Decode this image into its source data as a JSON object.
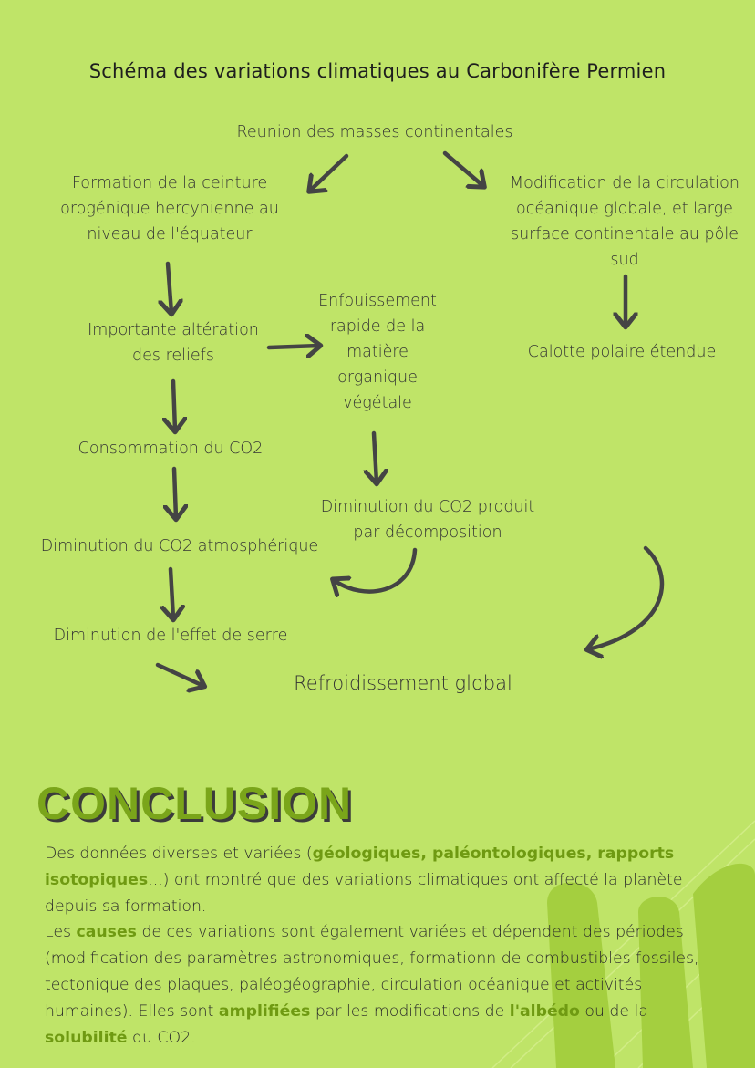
{
  "colors": {
    "background": "#bfe468",
    "arrow": "#444444",
    "accent": "#6f9a12"
  },
  "diagram": {
    "title": "Schéma des variations climatiques au Carbonifère Permien",
    "nodes": {
      "n1": [
        "Reunion des masses continentales"
      ],
      "n2": [
        "Formation de la ceinture",
        "orogénique hercynienne au",
        "niveau de l'équateur"
      ],
      "n3": [
        "Modification de la circulation",
        "océanique globale, et large",
        "surface continentale au pôle",
        "sud"
      ],
      "n4": [
        "Importante altération",
        "des reliefs"
      ],
      "n5": [
        "Enfouissement",
        "rapide de la",
        "matière",
        "organique",
        "végétale"
      ],
      "n6": [
        "Calotte polaire étendue"
      ],
      "n7": [
        "Consommation du CO2"
      ],
      "n8": [
        "Diminution du CO2 produit",
        "par décomposition"
      ],
      "n9": [
        "Diminution du CO2 atmosphérique"
      ],
      "n10": [
        "Diminution de l'effet de serre"
      ],
      "n11": [
        "Refroidissement global"
      ]
    }
  },
  "conclusion": {
    "heading": "CONCLUSION",
    "p1": [
      {
        "t": "Des données diverses et variées (",
        "h": false
      },
      {
        "t": "géologiques, paléontologiques, rapports isotopiques",
        "h": true
      },
      {
        "t": "...) ont montré que des variations climatiques ont affecté la planète depuis sa formation.",
        "h": false
      }
    ],
    "p2": [
      {
        "t": "Les ",
        "h": false
      },
      {
        "t": "causes",
        "h": true
      },
      {
        "t": " de ces variations sont également variées et dépendent des périodes (modification des paramètres astronomiques, formationn de combustibles fossiles, tectonique des plaques, paléogéographie, circulation océanique et activités humaines). Elles sont ",
        "h": false
      },
      {
        "t": "amplifiées",
        "h": true
      },
      {
        "t": " par les modifications de ",
        "h": false
      },
      {
        "t": "l'albédo",
        "h": true
      },
      {
        "t": " ou de la ",
        "h": false
      },
      {
        "t": "solubilité",
        "h": true
      },
      {
        "t": " du CO2.",
        "h": false
      }
    ]
  }
}
